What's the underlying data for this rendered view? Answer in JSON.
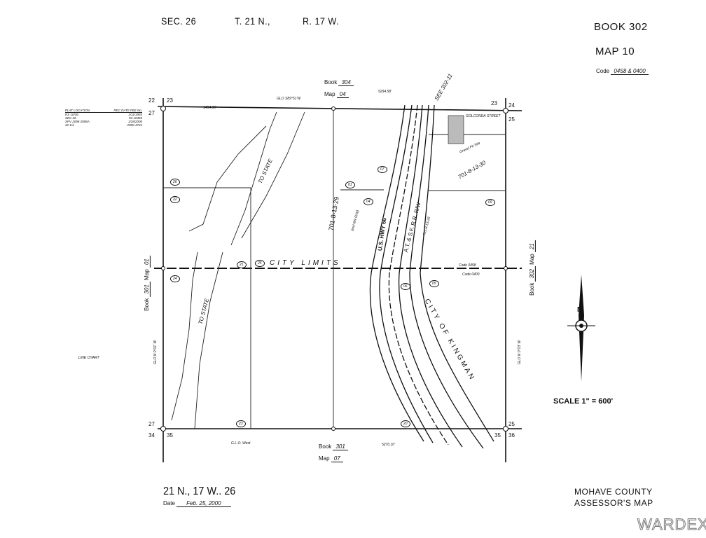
{
  "header": {
    "section": "SEC. 26",
    "township": "T. 21 N.,",
    "range": "R. 17 W.",
    "book": "BOOK 302",
    "map": "MAP 10",
    "code_label": "Code",
    "code_value": "0458 & 0400"
  },
  "adjacent": {
    "top": {
      "book_label": "Book",
      "book": "304",
      "map_label": "Map",
      "map": "04"
    },
    "bottom": {
      "book_label": "Book",
      "book": "301",
      "map_label": "Map",
      "map": "07"
    },
    "left": {
      "book_label": "Book",
      "book": "301",
      "map_label": "Map",
      "map": "01"
    },
    "right": {
      "book_label": "Book",
      "book": "302",
      "map_label": "Map",
      "map": "21"
    },
    "see": "SEE 302-11"
  },
  "corners": {
    "tl_a": "22",
    "tl_b": "23",
    "tl_c": "27",
    "tr_a": "23",
    "tr_b": "24",
    "tr_c": "25",
    "bl_a": "27",
    "bl_b": "34",
    "bl_c": "35",
    "br_a": "25",
    "br_b": "35",
    "br_c": "36"
  },
  "plat_table": {
    "col1": "PLAT LOCATION",
    "col2": "REC DATE FEE No.",
    "rows": [
      [
        "RS 10/36",
        "3/11/1993"
      ],
      [
        "SEC 26",
        "93-10469"
      ],
      [
        "SPV 2096-2096A",
        "1/28/2000"
      ],
      [
        "32 1/4",
        "2000-4724"
      ]
    ]
  },
  "line_chart_title": "LINE CHART",
  "labels": {
    "city_limits": "CITY LIMITS",
    "parcel_a": "701-8-13-29",
    "parcel_a_note": "(Incl RR R/W)",
    "parcel_b": "701-8-13-30",
    "parcel_b_note": "Gravel Pit Site",
    "highway": "U.S. HWY 66",
    "railroad": "A.T. & S.F. R.R. R/W",
    "railroad_parcel": "701-8-13-28",
    "city": "CITY OF KINGMAN",
    "street": "GOLCONDA STREET",
    "to_state_1": "TO STATE",
    "to_state_2": "TO STATE",
    "glo_top": "GLO S89°51'W",
    "dist_top": "1454.00'",
    "dist_top_r": "5294.58'",
    "glo_bottom": "G.L.O. West",
    "dist_bottom": "5270.10'",
    "code_1": "Code 0458",
    "code_2": "Code 0400",
    "glo_left": "GLO N 0°01' W",
    "glo_right": "GLO N 0°03' W"
  },
  "parcels": [
    "26",
    "22",
    "24",
    "21",
    "25",
    "23",
    "01",
    "04",
    "07",
    "09",
    "05",
    "06",
    "20"
  ],
  "scale": "SCALE  1\" = 600'",
  "north": "N",
  "footer": {
    "twp": "21 N., 17 W.. 26",
    "date_label": "Date",
    "date": "Feb. 25, 2000",
    "county": "MOHAVE COUNTY",
    "title": "ASSESSOR'S MAP",
    "watermark": "WARDEX"
  }
}
